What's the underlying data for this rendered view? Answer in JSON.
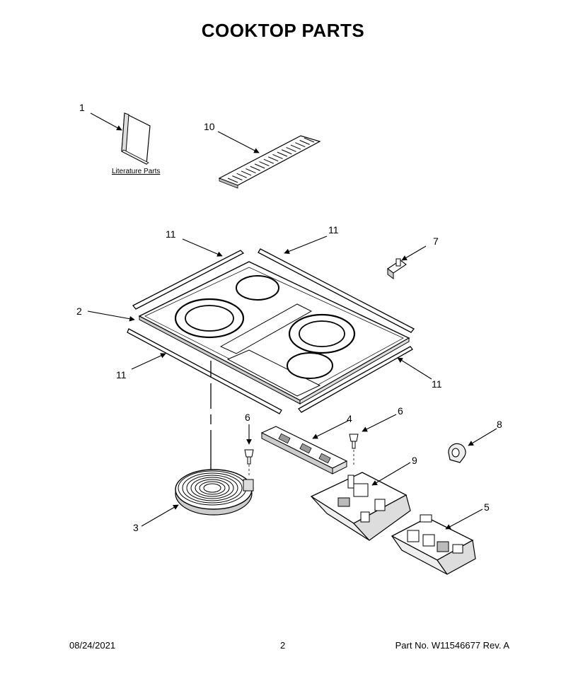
{
  "page": {
    "title": "COOKTOP PARTS",
    "footer": {
      "date": "08/24/2021",
      "page_number": "2",
      "part_number": "Part No.  W11546677  Rev.  A"
    }
  },
  "literature_label": "Literature Parts",
  "callouts": [
    {
      "id": "c1",
      "label": "1"
    },
    {
      "id": "c10",
      "label": "10"
    },
    {
      "id": "c11a",
      "label": "11"
    },
    {
      "id": "c11b",
      "label": "11"
    },
    {
      "id": "c7",
      "label": "7"
    },
    {
      "id": "c2",
      "label": "2"
    },
    {
      "id": "c11c",
      "label": "11"
    },
    {
      "id": "c11d",
      "label": "11"
    },
    {
      "id": "c6a",
      "label": "6"
    },
    {
      "id": "c4",
      "label": "4"
    },
    {
      "id": "c6b",
      "label": "6"
    },
    {
      "id": "c8",
      "label": "8"
    },
    {
      "id": "c9",
      "label": "9"
    },
    {
      "id": "c3",
      "label": "3"
    },
    {
      "id": "c5",
      "label": "5"
    }
  ]
}
